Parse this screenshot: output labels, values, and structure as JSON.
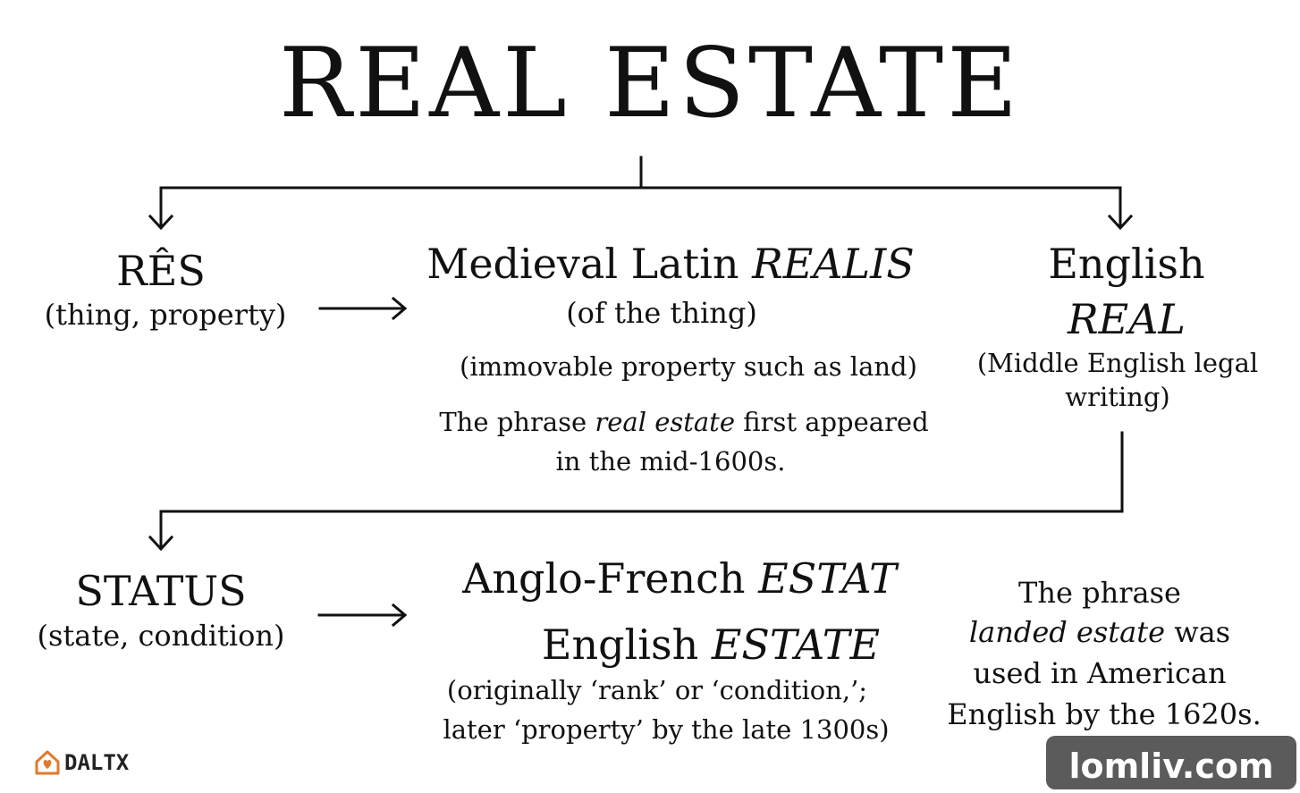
{
  "title": "REAL ESTATE",
  "res": {
    "word": "RÊS",
    "gloss": "(thing, property)"
  },
  "latin": {
    "prefix": "Medieval Latin",
    "word": "REALIS",
    "gloss": "(of the thing)",
    "meaning": "(immovable property such as land)",
    "note_prefix": "The phrase",
    "note_em": "real estate",
    "note_suffix": "first appeared",
    "note_line2": "in the mid-1600s."
  },
  "english_real": {
    "line1": "English",
    "word": "REAL",
    "gloss_line1": "(Middle English legal",
    "gloss_line2": "writing)"
  },
  "status": {
    "word": "STATUS",
    "gloss": "(state, condition)"
  },
  "estat": {
    "prefix": "Anglo-French",
    "word": "ESTAT",
    "english_prefix": "English",
    "english_word": "ESTATE",
    "gloss_line1": "(originally ‘rank’ or ‘condition,’;",
    "gloss_line2": "later ‘property’ by the late 1300s)"
  },
  "landed": {
    "line1": "The phrase",
    "em": "landed estate",
    "line2_suffix": "was",
    "line3": "used in American",
    "line4": "English by the 1620s."
  },
  "logo": {
    "text": "DALTX",
    "icon": "house-heart-icon",
    "color": "#e07a2f"
  },
  "watermark": "lomliv.com"
}
